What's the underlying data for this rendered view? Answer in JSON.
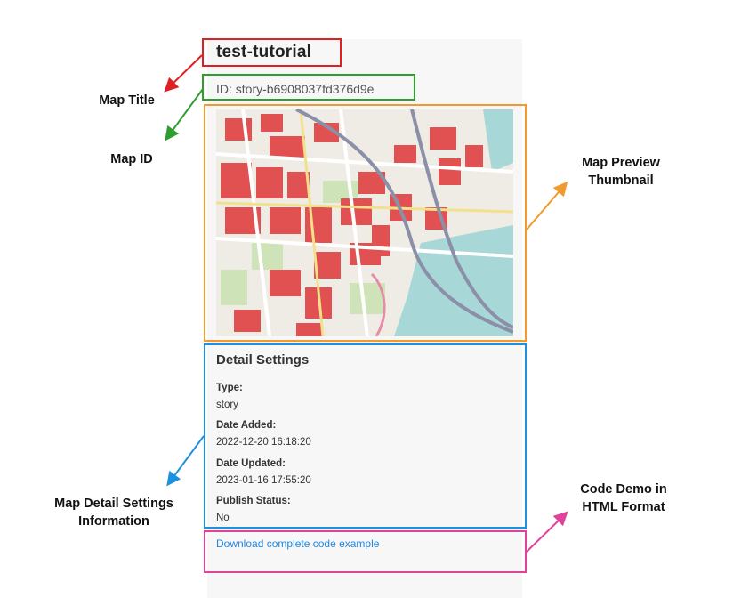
{
  "map": {
    "title": "test-tutorial",
    "id_text": "ID: story-b6908037fd376d9e"
  },
  "details": {
    "heading": "Detail Settings",
    "fields": [
      {
        "label": "Type:",
        "value": "story"
      },
      {
        "label": "Date Added:",
        "value": "2022-12-20 16:18:20"
      },
      {
        "label": "Date Updated:",
        "value": "2023-01-16 17:55:20"
      },
      {
        "label": "Publish Status:",
        "value": "No"
      }
    ]
  },
  "download_link": "Download complete code example",
  "annotations": {
    "map_title": "Map Title",
    "map_id": "Map ID",
    "map_preview_line1": "Map Preview",
    "map_preview_line2": "Thumbnail",
    "details_line1": "Map Detail Settings",
    "details_line2": "Information",
    "code_line1": "Code Demo in",
    "code_line2": "HTML Format"
  },
  "colors": {
    "title_box": "#e02020",
    "id_box": "#2e9e2e",
    "preview_box": "#f29a2e",
    "details_box": "#1e90e0",
    "code_box": "#e0449a",
    "building": "#e05050",
    "water": "#9fd3d3",
    "park": "#cfe3b8"
  }
}
